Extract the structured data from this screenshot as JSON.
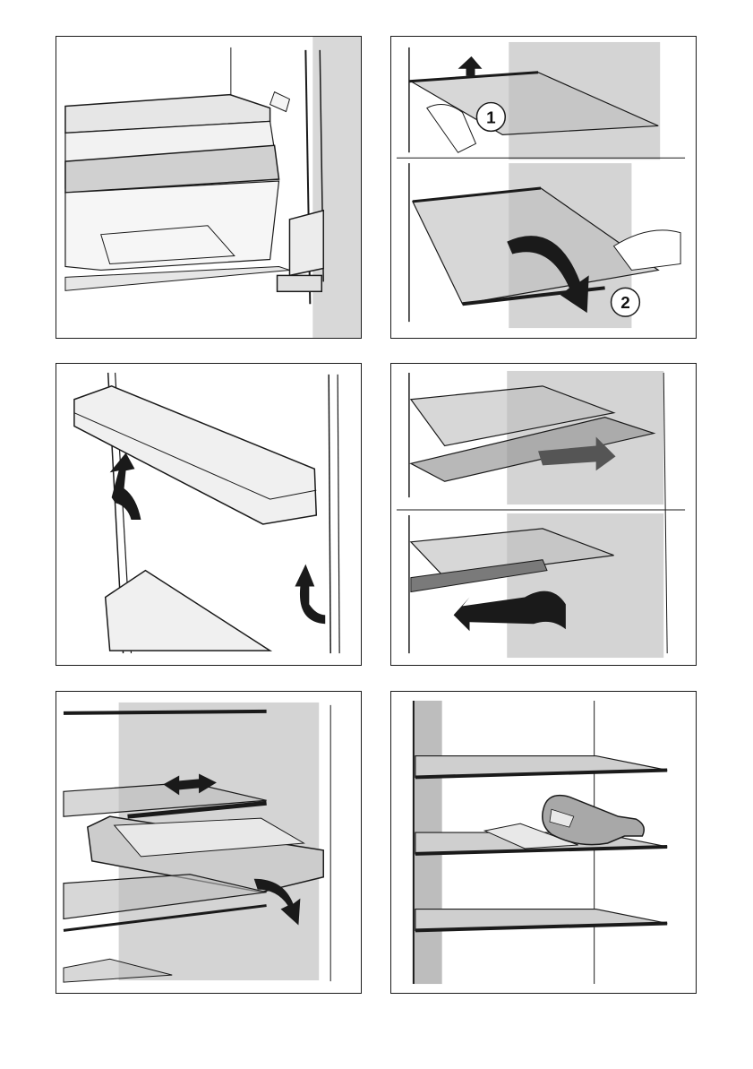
{
  "figures": [
    {
      "id": "fig-1",
      "label": ""
    },
    {
      "id": "fig-2",
      "label": "",
      "steps": [
        "1",
        "2"
      ]
    },
    {
      "id": "fig-3",
      "label": ""
    },
    {
      "id": "fig-4",
      "label": ""
    },
    {
      "id": "fig-5",
      "label": ""
    },
    {
      "id": "fig-6",
      "label": ""
    }
  ],
  "icons": {
    "step_marker": "circled-number-icon",
    "direction": "arrow-icon"
  },
  "colors": {
    "line": "#1a1a1a",
    "wall_shade": "#d4d4d4",
    "glass_shade": "#bdbdbd",
    "dark_shade": "#7a7a7a",
    "arrow": "#1a1a1a"
  }
}
